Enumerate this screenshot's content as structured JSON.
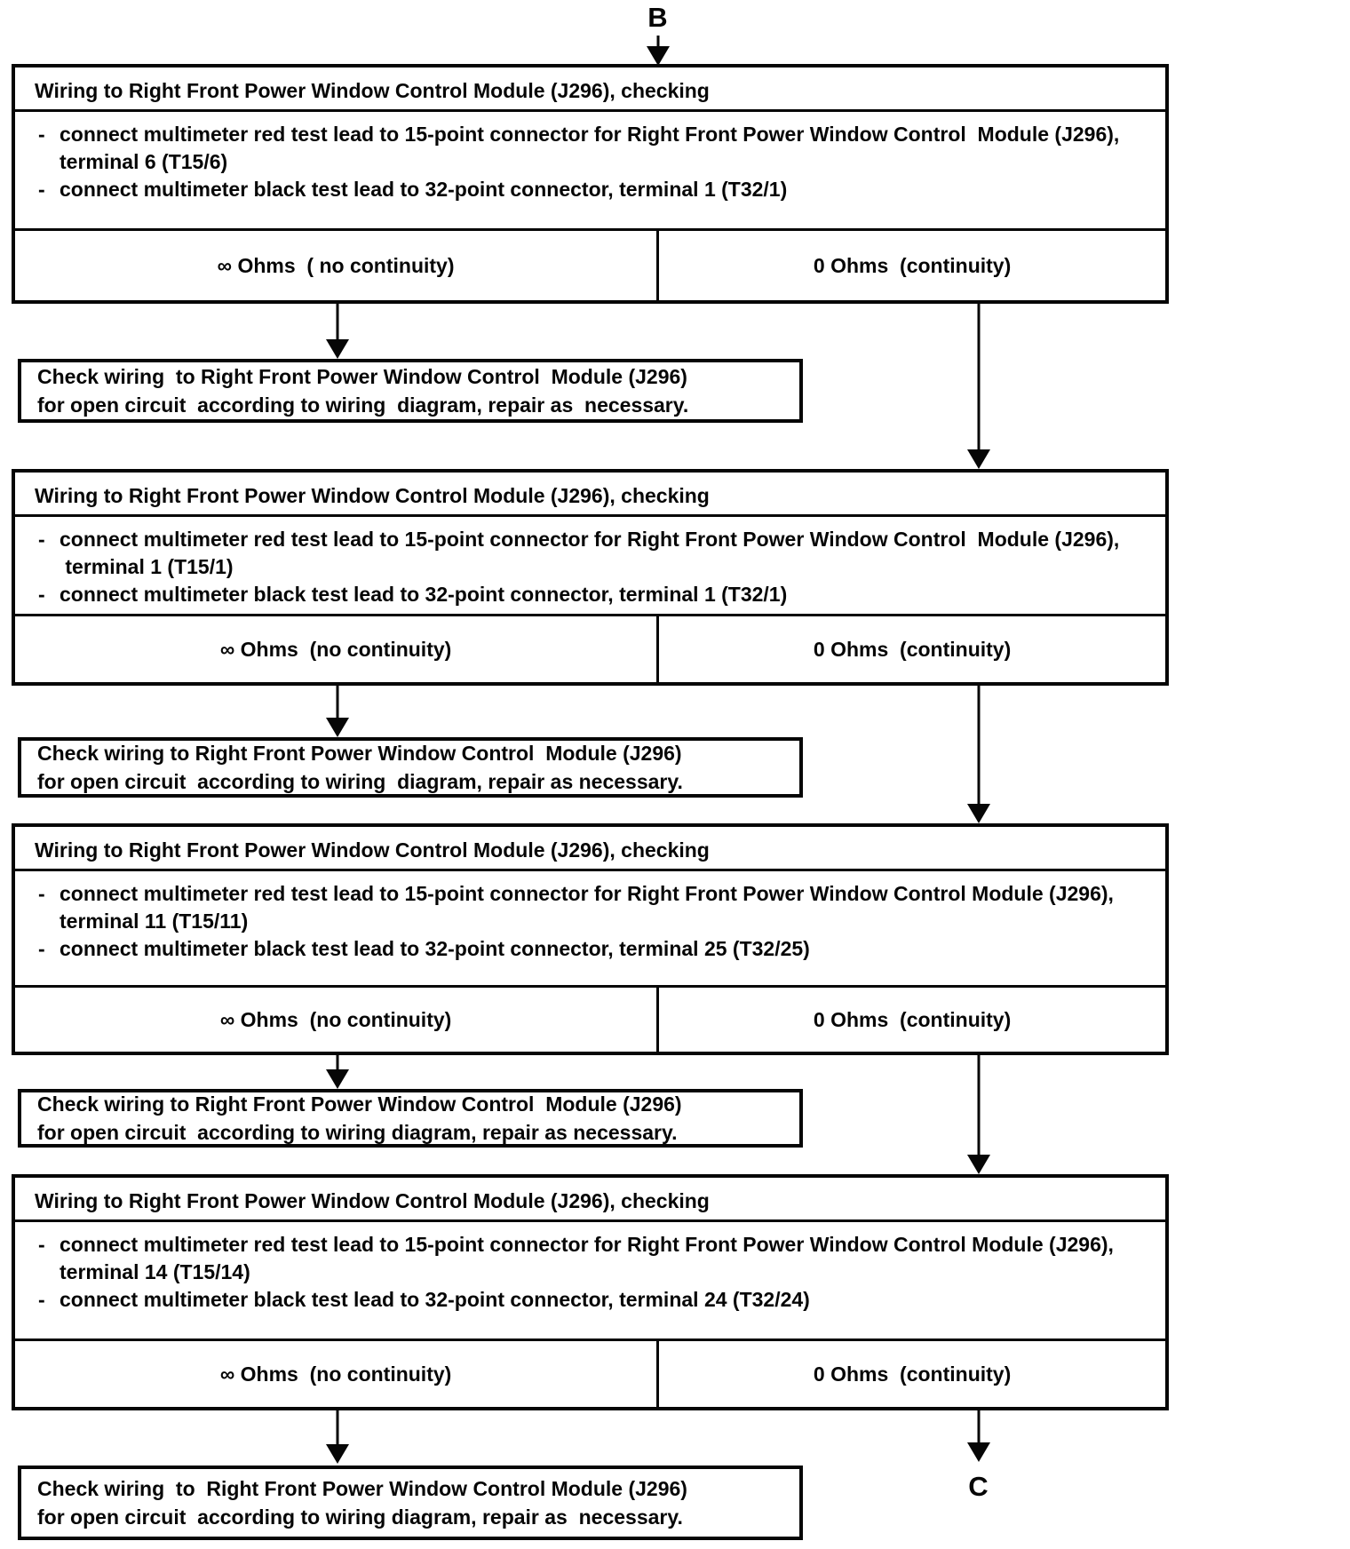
{
  "page": {
    "background": "#ffffff",
    "ink": "#060606"
  },
  "connectors": {
    "entry_label": "B",
    "exit_label": "C"
  },
  "steps": [
    {
      "title": "Wiring to Right Front Power Window Control Module (J296), checking",
      "bullet1_line1": "connect multimeter red test lead to 15-point connector for Right Front Power Window Control  Module (J296),",
      "bullet1_line2": "terminal 6 (T15/6)",
      "bullet2_line1": "connect multimeter black test lead to 32-point connector, terminal 1 (T32/1)",
      "result_no": "∞ Ohms  ( no continuity)",
      "result_yes": "0 Ohms  (continuity)",
      "action_line1": "Check wiring  to Right Front Power Window Control  Module (J296)",
      "action_line2": "for open circuit  according to wiring  diagram, repair as  necessary."
    },
    {
      "title": "Wiring to Right Front Power Window Control Module (J296), checking",
      "bullet1_line1": "connect multimeter red test lead to 15-point connector for Right Front Power Window Control  Module (J296),",
      "bullet1_line2": " terminal 1 (T15/1)",
      "bullet2_line1": "connect multimeter black test lead to 32-point connector, terminal 1 (T32/1)",
      "result_no": "∞ Ohms  (no continuity)",
      "result_yes": "0 Ohms  (continuity)",
      "action_line1": "Check wiring to Right Front Power Window Control  Module (J296)",
      "action_line2": "for open circuit  according to wiring  diagram, repair as necessary."
    },
    {
      "title": "Wiring to Right Front Power Window Control Module (J296), checking",
      "bullet1_line1": "connect multimeter red test lead to 15-point connector for Right Front Power Window Control Module (J296),",
      "bullet1_line2": "terminal 11 (T15/11)",
      "bullet2_line1": "connect multimeter black test lead to 32-point connector, terminal 25 (T32/25)",
      "result_no": "∞ Ohms  (no continuity)",
      "result_yes": "0 Ohms  (continuity)",
      "action_line1": "Check wiring to Right Front Power Window Control  Module (J296)",
      "action_line2": "for open circuit  according to wiring diagram, repair as necessary."
    },
    {
      "title": "Wiring to Right Front Power Window Control Module (J296), checking",
      "bullet1_line1": "connect multimeter red test lead to 15-point connector for Right Front Power Window Control Module (J296),",
      "bullet1_line2": "terminal 14 (T15/14)",
      "bullet2_line1": "connect multimeter black test lead to 32-point connector, terminal 24 (T32/24)",
      "result_no": "∞ Ohms  (no continuity)",
      "result_yes": "0 Ohms  (continuity)",
      "action_line1": "Check wiring  to  Right Front Power Window Control Module (J296)",
      "action_line2": "for open circuit  according to wiring diagram, repair as  necessary."
    }
  ]
}
